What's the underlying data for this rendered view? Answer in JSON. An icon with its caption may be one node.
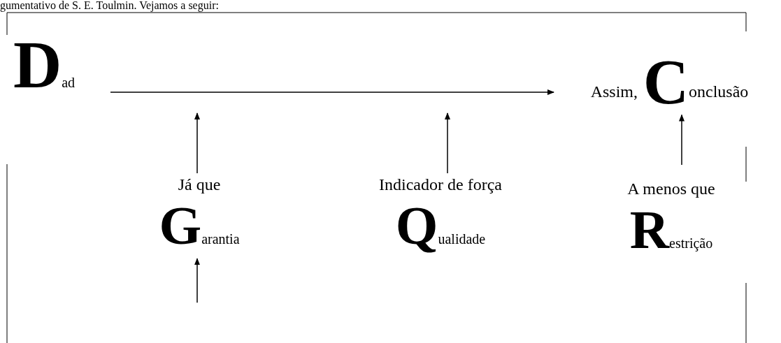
{
  "diagram": {
    "nodes": [
      {
        "text": [
          "D",
          "ad"
        ]
      },
      {
        "text": [
          "Assim,",
          "C",
          "onclusão"
        ]
      },
      {
        "text": [
          "Já que",
          "G",
          "arantia"
        ]
      },
      {
        "text": [
          "Indicador de força",
          "Q",
          "ualidade"
        ]
      },
      {
        "text": [
          "A menos que",
          "R",
          "estrição"
        ]
      }
    ],
    "edges": [
      {
        "from": 0,
        "to": 1,
        "arrow": "to"
      },
      {
        "from": 2,
        "to": null,
        "arrow": "to"
      },
      {
        "from": 3,
        "to": null,
        "arrow": "to"
      },
      {
        "from": 4,
        "to": 1,
        "arrow": "to"
      },
      {
        "from": null,
        "to": 2,
        "arrow": "to"
      }
    ],
    "labels": [
      "gumentativo de S. E. Toulmin. Vejamos a seguir:"
    ]
  }
}
